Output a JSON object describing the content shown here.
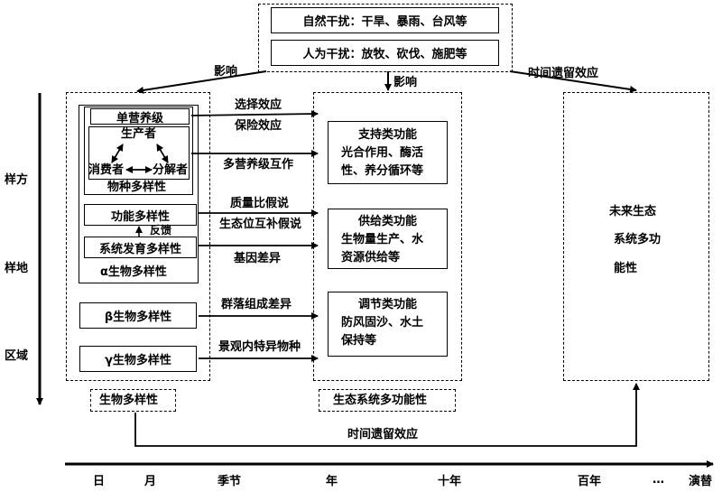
{
  "drivers": {
    "natural": "自然干扰：干旱、暴雨、台风等",
    "human": "人为干扰：放牧、砍伐、施肥等"
  },
  "influence_left": "影响",
  "influence_mid": "影响",
  "legacy_top": "时间遗留效应",
  "legacy_bottom": "时间遗留效应",
  "scale_axis": [
    "样方",
    "样地",
    "区域"
  ],
  "biodiversity": {
    "single_trophic": "单营养级",
    "producer": "生产者",
    "consumer": "消费者",
    "decomposer": "分解者",
    "species_div": "物种多样性",
    "functional_div": "功能多样性",
    "feedback": "反馈",
    "phylo_div": "系统发育多样性",
    "alpha_div": "α生物多样性",
    "beta_div": "β生物多样性",
    "gamma_div": "γ生物多样性",
    "footer": "生物多样性"
  },
  "mechanisms": {
    "selection": "选择效应",
    "insurance": "保险效应",
    "multitrophic": "多营养级互作",
    "mass_ratio": "质量比假说",
    "niche": "生态位互补假说",
    "gene_diff": "基因差异",
    "community": "群落组成差异",
    "landscape": "景观内特异物种"
  },
  "functions": {
    "support_title": "支持类功能",
    "support_body": [
      "光合作用、酶活",
      "性、养分循环等"
    ],
    "supply_title": "供给类功能",
    "supply_body": [
      "生物量生产、水",
      "资源供给等"
    ],
    "regulate_title": "调节类功能",
    "regulate_body": [
      "防风固沙、水土",
      "保持等"
    ],
    "footer": "生态系统多功能性"
  },
  "future": [
    "未来生态",
    "系统多功",
    "能性"
  ],
  "time_axis": [
    "日",
    "月",
    "季节",
    "年",
    "十年",
    "百年",
    "…",
    "演替"
  ]
}
